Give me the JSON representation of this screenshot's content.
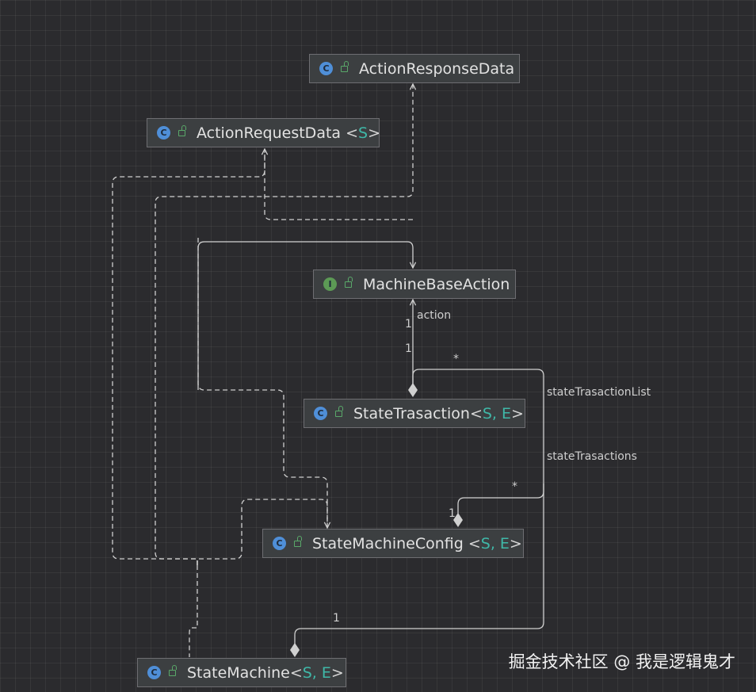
{
  "nodes": {
    "action_response_data": {
      "kind": "C",
      "name": "ActionResponseData",
      "type_params": ""
    },
    "action_request_data": {
      "kind": "C",
      "name": "ActionRequestData",
      "type_params": "S"
    },
    "machine_base_action": {
      "kind": "I",
      "name": "MachineBaseAction",
      "type_params": ""
    },
    "state_trasaction": {
      "kind": "C",
      "name": "StateTrasaction",
      "type_params": "S, E"
    },
    "state_machine_config": {
      "kind": "C",
      "name": "StateMachineConfig",
      "type_params": "S, E"
    },
    "state_machine": {
      "kind": "C",
      "name": "StateMachine",
      "type_params": "S, E"
    }
  },
  "edge_labels": {
    "action_role": "action",
    "action_mult_top": "1",
    "action_mult_bottom": "1",
    "list_star": "*",
    "state_trasaction_list": "stateTrasactionList",
    "state_trasactions": "stateTrasactions",
    "config_star": "*",
    "config_one": "1",
    "machine_one": "1"
  },
  "watermark": "掘金技术社区 @ 我是逻辑鬼才",
  "colors": {
    "background": "#2b2b2e",
    "node_fill": "#3c3f41",
    "edge": "#d0d0d0",
    "type_param": "#3fb8a8",
    "class_icon": "#4f8fd8"
  }
}
